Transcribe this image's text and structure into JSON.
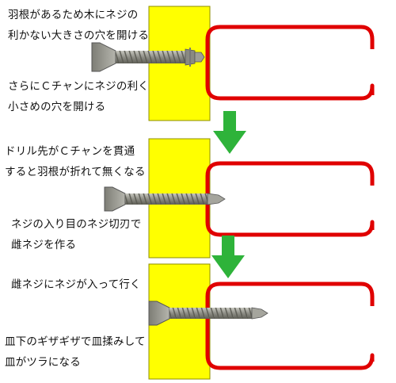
{
  "panels": [
    {
      "id": "step1",
      "lines": [
        "羽根があるため木にネジの",
        "利かない大きさの穴を開ける"
      ],
      "lines_b": [
        "さらにＣチャンにネジの利く",
        "小さめの穴を開ける"
      ]
    },
    {
      "id": "step2",
      "lines": [
        "ドリル先がＣチャンを貫通",
        "すると羽根が折れて無くなる"
      ],
      "lines_b": [
        "ネジの入り目のネジ切刃で",
        "雌ネジを作る"
      ]
    },
    {
      "id": "step3",
      "lines": [
        "雌ネジにネジが入って行く"
      ],
      "lines_b": [
        "皿下のギザギザで皿揉みして",
        "皿がツラになる"
      ]
    }
  ],
  "colors": {
    "wood": "#ffff00",
    "wood_border": "#8c8c00",
    "channel": "#e00000",
    "arrow": "#2eb33a",
    "screw_metal": "#9a9a92",
    "screw_thread": "#6e6e66"
  },
  "icons": [
    "down-arrow-icon",
    "screw-icon",
    "c-channel-icon",
    "wood-board-icon"
  ]
}
